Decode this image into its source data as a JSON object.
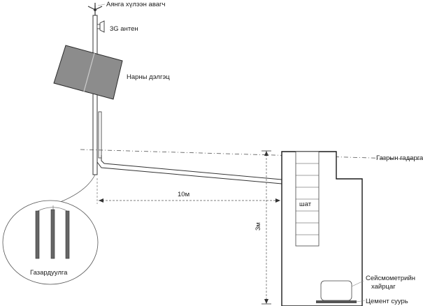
{
  "labels": {
    "wind_sensor": "Аянга хүлээн авагч",
    "antenna": "3G антен",
    "solar_panel": "Нарны дэлгэц",
    "ground_surface": "Газрын гадарга",
    "distance_horizontal": "10м",
    "ladder": "шат",
    "depth_vertical": "3м",
    "grounding": "Газардуулга",
    "seismometer_line1": "Сейсмометрийн",
    "seismometer_line2": "хайрцаг",
    "cement_base": "Цемент суурь"
  },
  "colors": {
    "line": "#333333",
    "panel_fill": "#8c8c8c",
    "panel_stroke": "#2a2a2a",
    "rod_fill": "#666666"
  }
}
